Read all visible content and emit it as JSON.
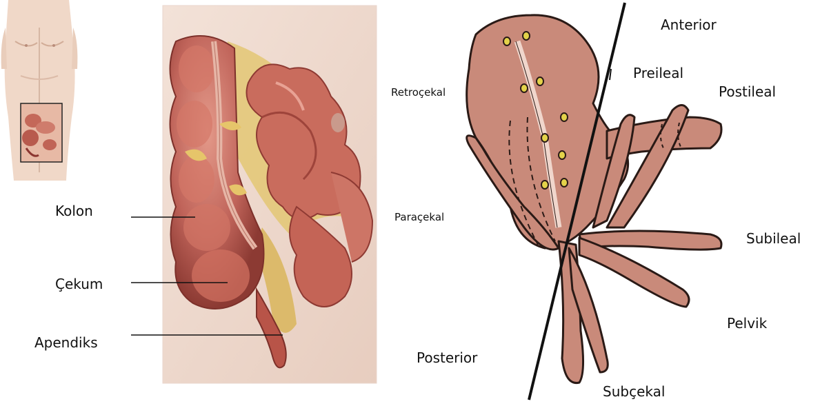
{
  "left_labels": {
    "kolon": "Kolon",
    "cekum": "Çekum",
    "apendiks": "Apendiks"
  },
  "right_labels": {
    "anterior": "Anterior",
    "preileal": "Preileal",
    "postileal": "Postileal",
    "retrocekal": "Retroçekal",
    "paracekal": "Paraçekal",
    "subileal": "Subileal",
    "pelvik": "Pelvik",
    "posterior": "Posterior",
    "subcekal": "Subçekal"
  },
  "colors": {
    "tissue_light": "#c98f80",
    "tissue_dark": "#a3594f",
    "intestine": "#c8685a",
    "intestine_dark": "#8e3a33",
    "fat": "#d9b55a",
    "skin": "#efd9cc",
    "outline": "#2a1a16",
    "nodule": "#e3d24a"
  }
}
